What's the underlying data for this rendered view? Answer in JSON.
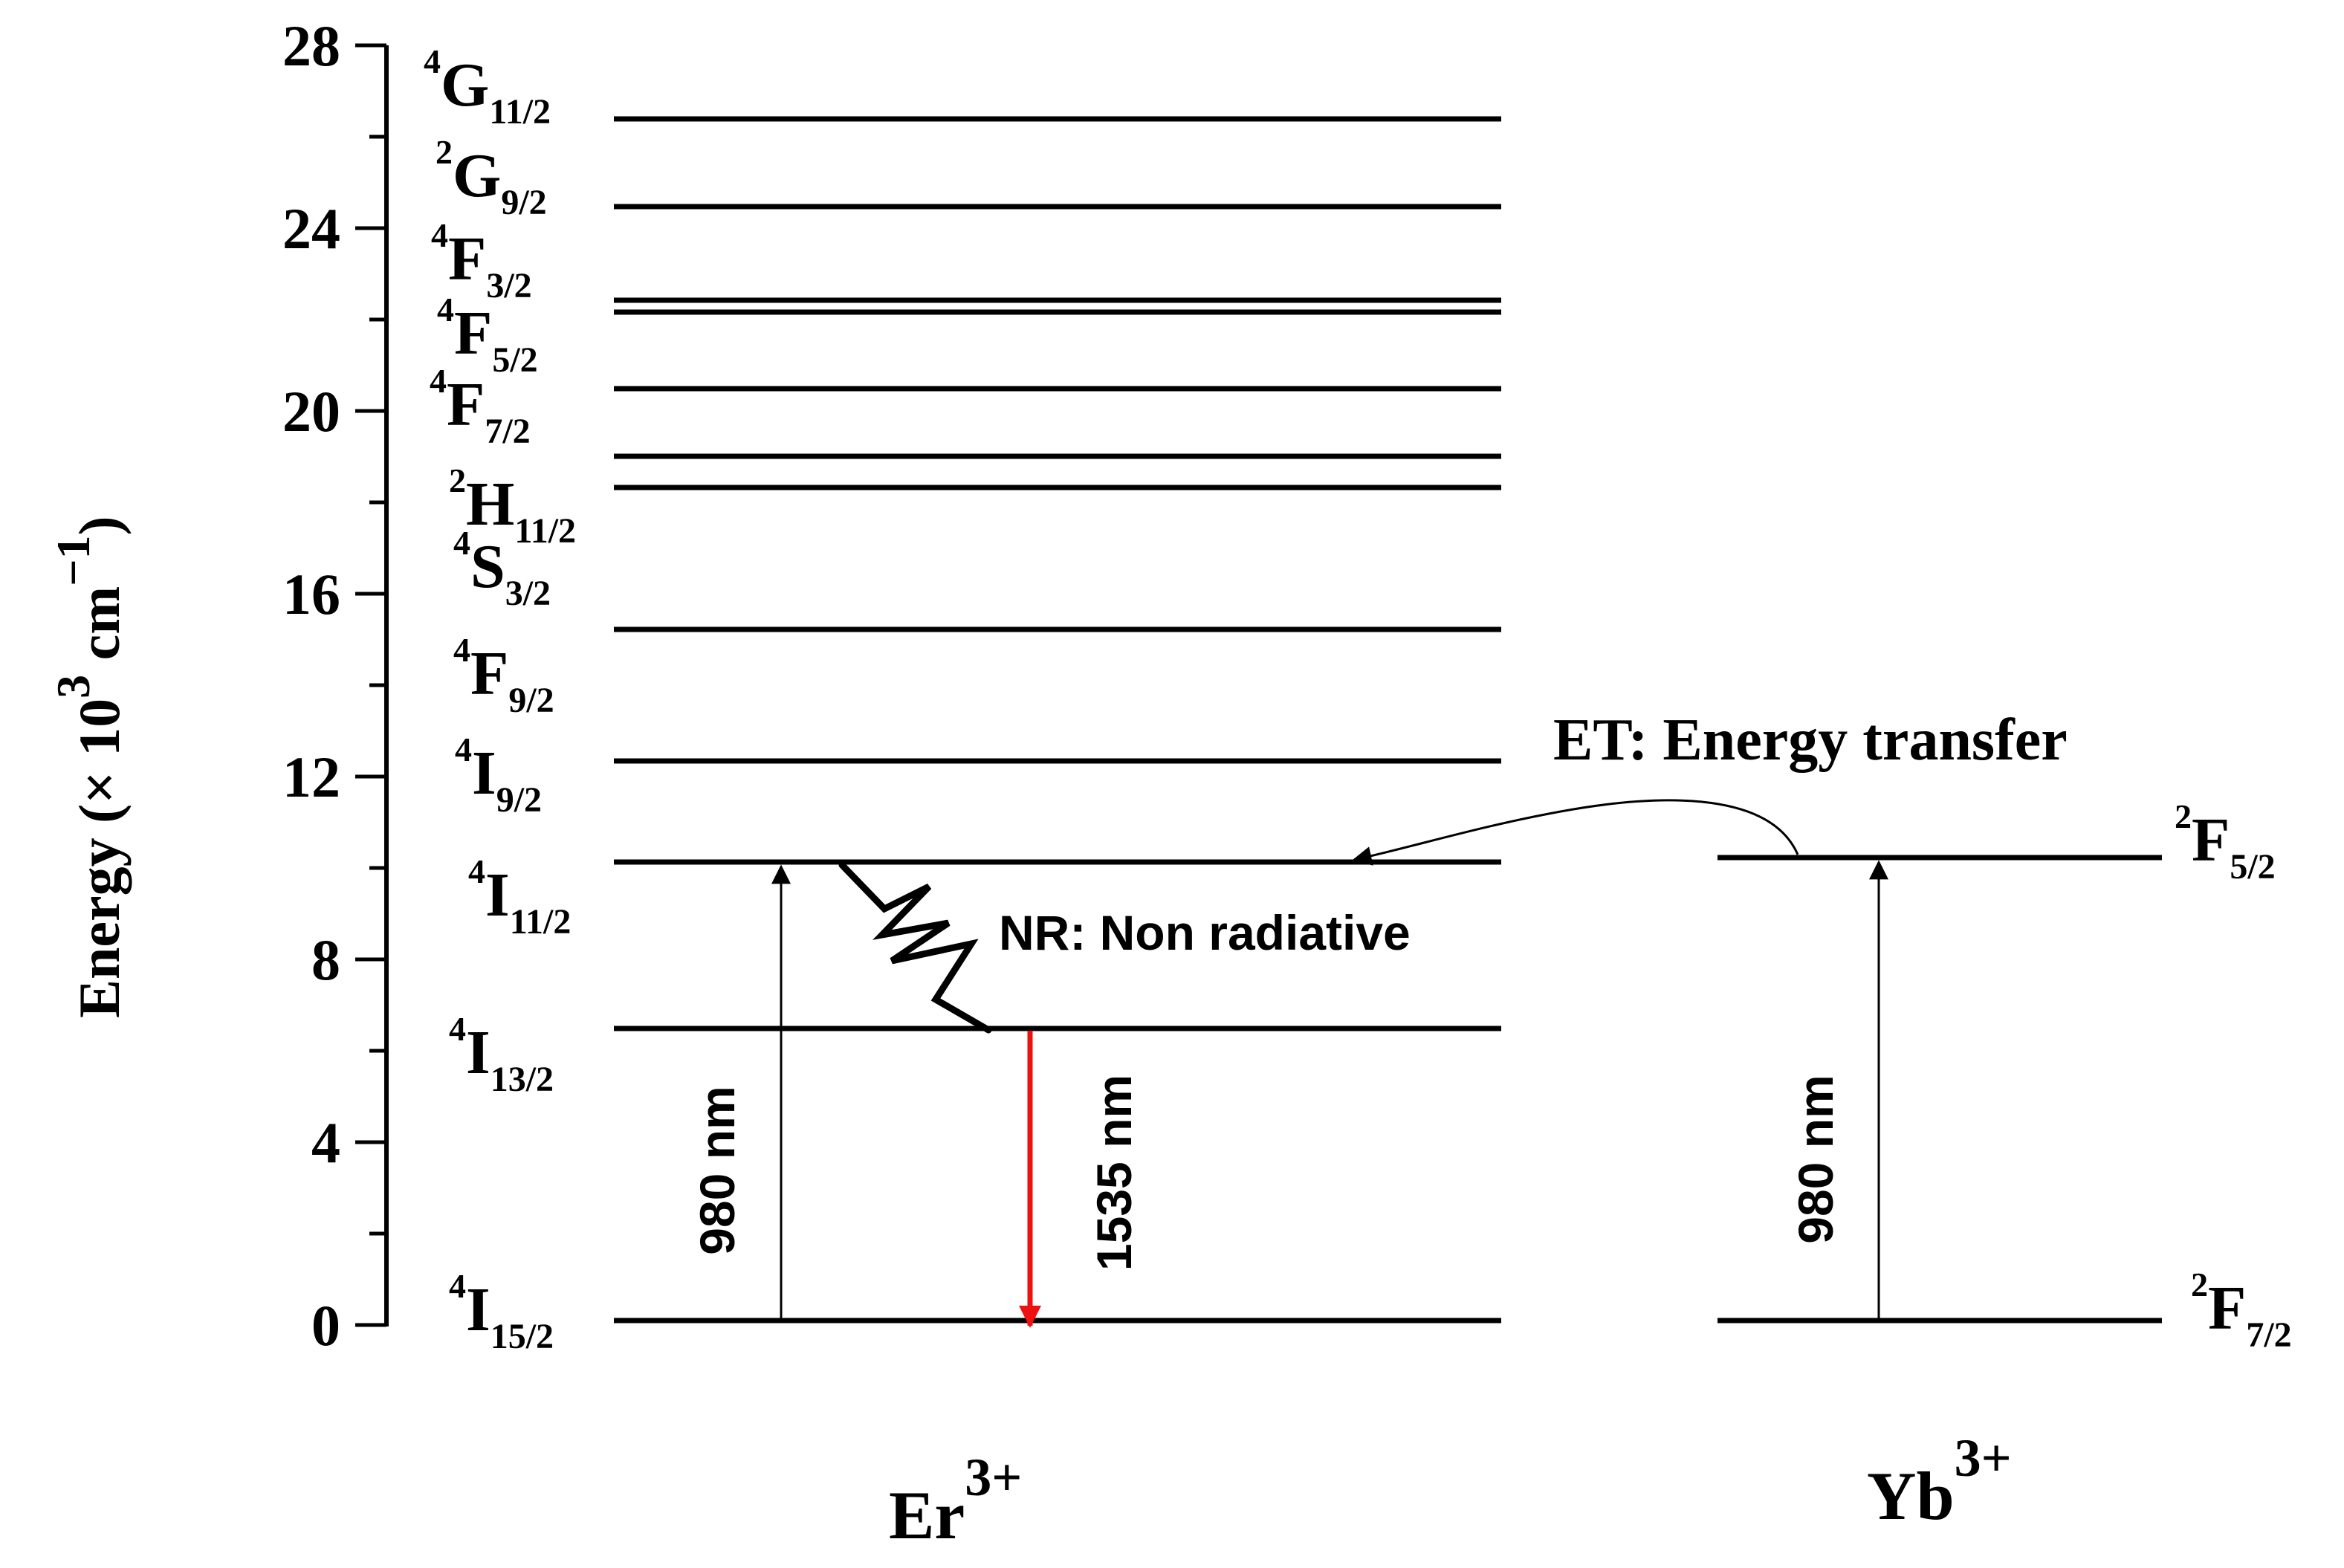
{
  "axis": {
    "title_prefix": "Energy (",
    "title_times": "×",
    "title_ten": " 10",
    "title_exp": "3",
    "title_unit": " cm",
    "title_unit_exp": "−1",
    "title_close": ")",
    "ticks": [
      "28",
      "24",
      "20",
      "16",
      "12",
      "8",
      "4",
      "0"
    ]
  },
  "ions": {
    "er": {
      "main": "Er",
      "charge": "3+"
    },
    "yb": {
      "main": "Yb",
      "charge": "3+"
    }
  },
  "er_levels": [
    {
      "sup": "4",
      "letter": "G",
      "sub": "11/2",
      "energy": 26.4
    },
    {
      "sup": "2",
      "letter": "G",
      "sub": "9/2",
      "energy": 24.4
    },
    {
      "sup": "4",
      "letter": "F",
      "sub": "3/2",
      "energy": 22.4
    },
    {
      "sup": "4",
      "letter": "F",
      "sub": "5/2",
      "energy": 22.1
    },
    {
      "sup": "4",
      "letter": "F",
      "sub": "7/2",
      "energy": 20.5
    },
    {
      "sup": "2",
      "letter": "H",
      "sub": "11/2",
      "energy": 19.0
    },
    {
      "sup": "4",
      "letter": "S",
      "sub": "3/2",
      "energy": 18.3
    },
    {
      "sup": "4",
      "letter": "F",
      "sub": "9/2",
      "energy": 15.2
    },
    {
      "sup": "4",
      "letter": "I",
      "sub": "9/2",
      "energy": 12.4
    },
    {
      "sup": "4",
      "letter": "I",
      "sub": "11/2",
      "energy": 10.2
    },
    {
      "sup": "4",
      "letter": "I",
      "sub": "13/2",
      "energy": 6.5
    },
    {
      "sup": "4",
      "letter": "I",
      "sub": "15/2",
      "energy": 0.0
    }
  ],
  "yb_levels": [
    {
      "sup": "2",
      "letter": "F",
      "sub": "5/2",
      "energy": 10.2
    },
    {
      "sup": "2",
      "letter": "F",
      "sub": "7/2",
      "energy": 0.0
    }
  ],
  "annotations": {
    "et": "ET: Energy transfer",
    "nr": "NR: Non radiative",
    "er_pump": "980 nm",
    "emission": "1535 nm",
    "yb_pump": "980 nm"
  },
  "colors": {
    "emission_arrow": "#ee1111",
    "lines": "#000000",
    "background": "#ffffff"
  },
  "chart_data": {
    "type": "energy-level-diagram",
    "title": "",
    "ylabel": "Energy (× 10^3 cm^-1)",
    "ylim": [
      0,
      28
    ],
    "yticks": [
      0,
      4,
      8,
      12,
      16,
      20,
      24,
      28
    ],
    "columns": [
      "Er3+",
      "Yb3+"
    ],
    "series": [
      {
        "name": "Er3+",
        "levels": [
          {
            "term": "4G11/2",
            "energy": 26.4
          },
          {
            "term": "2G9/2",
            "energy": 24.4
          },
          {
            "term": "4F3/2",
            "energy": 22.4
          },
          {
            "term": "4F5/2",
            "energy": 22.1
          },
          {
            "term": "4F7/2",
            "energy": 20.5
          },
          {
            "term": "2H11/2",
            "energy": 19.0
          },
          {
            "term": "4S3/2",
            "energy": 18.3
          },
          {
            "term": "4F9/2",
            "energy": 15.2
          },
          {
            "term": "4I9/2",
            "energy": 12.4
          },
          {
            "term": "4I11/2",
            "energy": 10.2
          },
          {
            "term": "4I13/2",
            "energy": 6.5
          },
          {
            "term": "4I15/2",
            "energy": 0.0
          }
        ]
      },
      {
        "name": "Yb3+",
        "levels": [
          {
            "term": "2F5/2",
            "energy": 10.2
          },
          {
            "term": "2F7/2",
            "energy": 0.0
          }
        ]
      }
    ],
    "transitions": [
      {
        "ion": "Er3+",
        "from": "4I15/2",
        "to": "4I11/2",
        "type": "absorption",
        "label": "980 nm",
        "color": "#000000"
      },
      {
        "ion": "Er3+",
        "from": "4I11/2",
        "to": "4I13/2",
        "type": "non-radiative",
        "label": "NR: Non radiative",
        "color": "#000000"
      },
      {
        "ion": "Er3+",
        "from": "4I13/2",
        "to": "4I15/2",
        "type": "emission",
        "label": "1535 nm",
        "color": "#ee1111"
      },
      {
        "ion": "Yb3+",
        "from": "2F7/2",
        "to": "2F5/2",
        "type": "absorption",
        "label": "980 nm",
        "color": "#000000"
      },
      {
        "from": "Yb3+ 2F5/2",
        "to": "Er3+ 4I11/2",
        "type": "energy-transfer",
        "label": "ET: Energy transfer",
        "color": "#000000"
      }
    ]
  }
}
